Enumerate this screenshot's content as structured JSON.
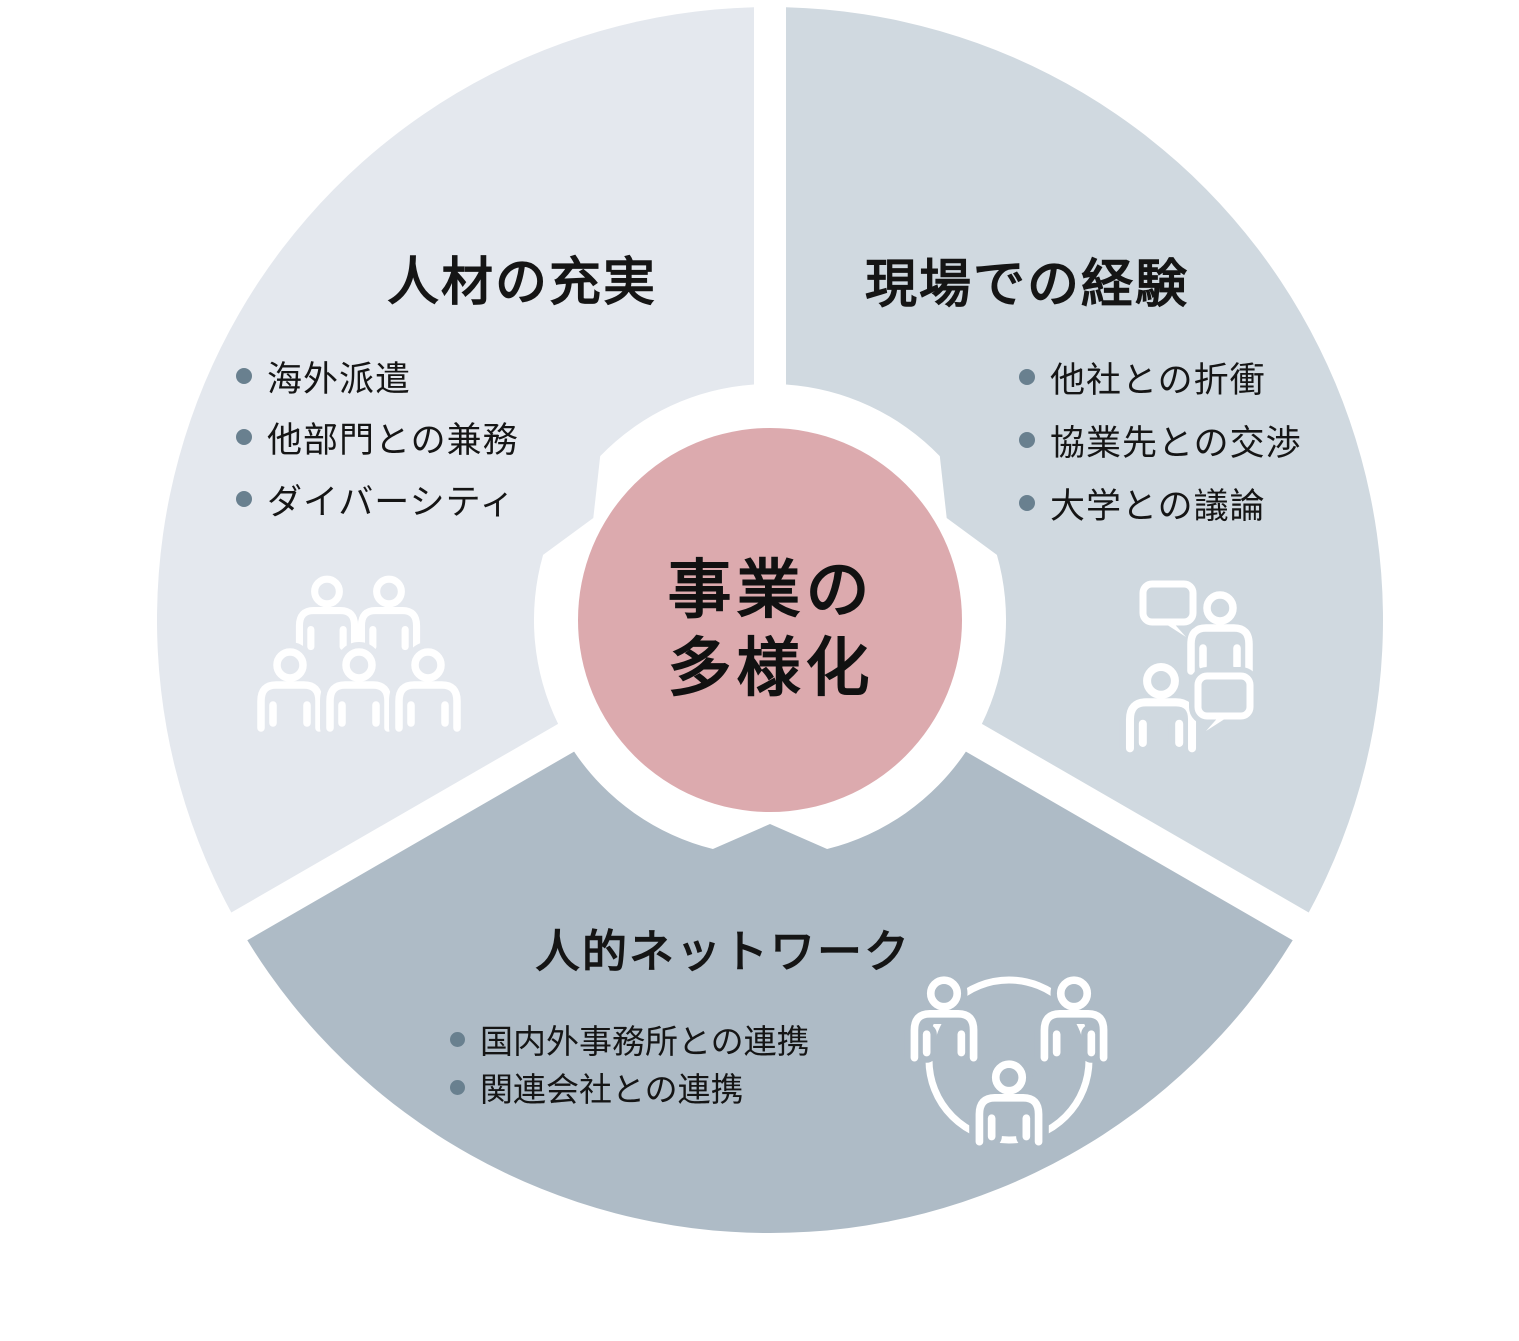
{
  "diagram": {
    "center_label": {
      "line1": "事業の",
      "line2": "多様化"
    },
    "segments": [
      {
        "title": "人材の充実",
        "bullets": [
          "海外派遣",
          "他部門との兼務",
          "ダイバーシティ"
        ],
        "color": "#e4e8ee",
        "icon": "people-group-icon"
      },
      {
        "title": "現場での経験",
        "bullets": [
          "他社との折衝",
          "協業先との交渉",
          "大学との議論"
        ],
        "color": "#d0d9e0",
        "icon": "speech-bubbles-icon"
      },
      {
        "title": "人的ネットワーク",
        "bullets": [
          "国内外事務所との連携",
          "関連会社との連携"
        ],
        "color": "#aebbc6",
        "icon": "people-network-icon"
      }
    ],
    "colors": {
      "center_fill": "#dcaaae",
      "bullet_dot": "#69808f",
      "text": "#151515",
      "icon_stroke": "#ffffff",
      "background": "#ffffff"
    }
  }
}
